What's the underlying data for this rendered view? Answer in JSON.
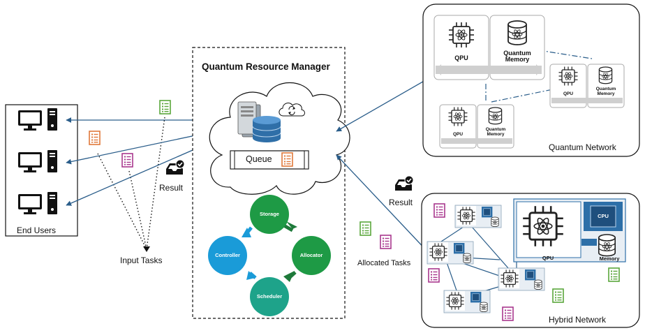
{
  "labels": {
    "manager_title": "Quantum Resource Manager",
    "queue": "Queue",
    "result_left": "Result",
    "result_right": "Result",
    "input_tasks": "Input Tasks",
    "allocated_tasks": "Allocated Tasks",
    "end_users": "End Users",
    "quantum_network": "Quantum Network",
    "hybrid_network": "Hybrid Network"
  },
  "cycle": {
    "storage": "Storage",
    "allocator": "Allocator",
    "scheduler": "Scheduler",
    "controller": "Controller"
  },
  "quantum_nodes": {
    "qpu": "QPU",
    "memory_line1": "Quantum",
    "memory_line2": "Memory"
  },
  "hybrid": {
    "qpu": "QPU",
    "cpu": "CPU",
    "memory": "Memory"
  },
  "colors": {
    "cycle_green": "#1e9a45",
    "cycle_blue": "#1a9bd8",
    "link_blue": "#2a5d8a",
    "doc_green": "#5aa63b",
    "doc_orange": "#e0783a",
    "doc_purple": "#a8378e",
    "cpu_blue": "#2d6fa8"
  }
}
